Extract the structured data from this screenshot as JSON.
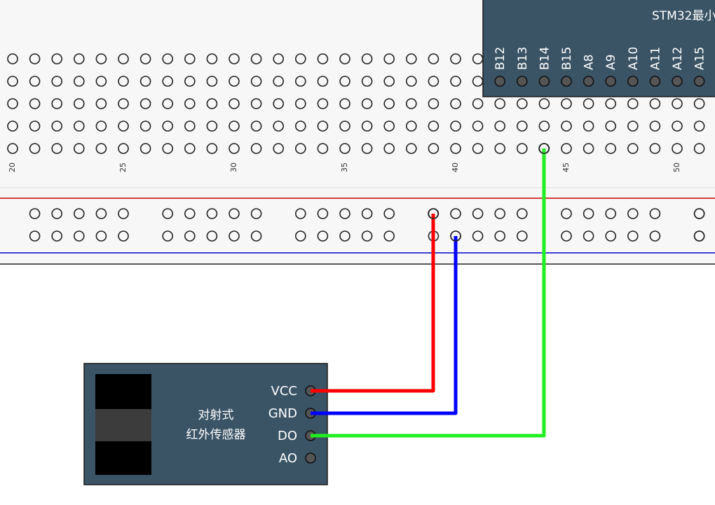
{
  "breadboard": {
    "column_labels": [
      "20",
      "25",
      "30",
      "35",
      "40",
      "45",
      "50"
    ],
    "rail_top_color": "#cc0000",
    "rail_bottom_color": "#0000cc"
  },
  "mcu": {
    "title": "STM32最小",
    "pins": [
      "B12",
      "B13",
      "B14",
      "B15",
      "A8",
      "A9",
      "A10",
      "A11",
      "A12",
      "A15"
    ],
    "board_color": "#3a5466"
  },
  "sensor": {
    "name_line1": "对射式",
    "name_line2": "红外传感器",
    "pins": [
      "VCC",
      "GND",
      "DO",
      "AO"
    ],
    "board_color": "#3a5466"
  },
  "wires": [
    {
      "from": "VCC",
      "to": "power-rail",
      "color": "#ff0000"
    },
    {
      "from": "GND",
      "to": "ground-rail",
      "color": "#0000ff"
    },
    {
      "from": "DO",
      "to": "B14",
      "color": "#22ee22"
    }
  ]
}
